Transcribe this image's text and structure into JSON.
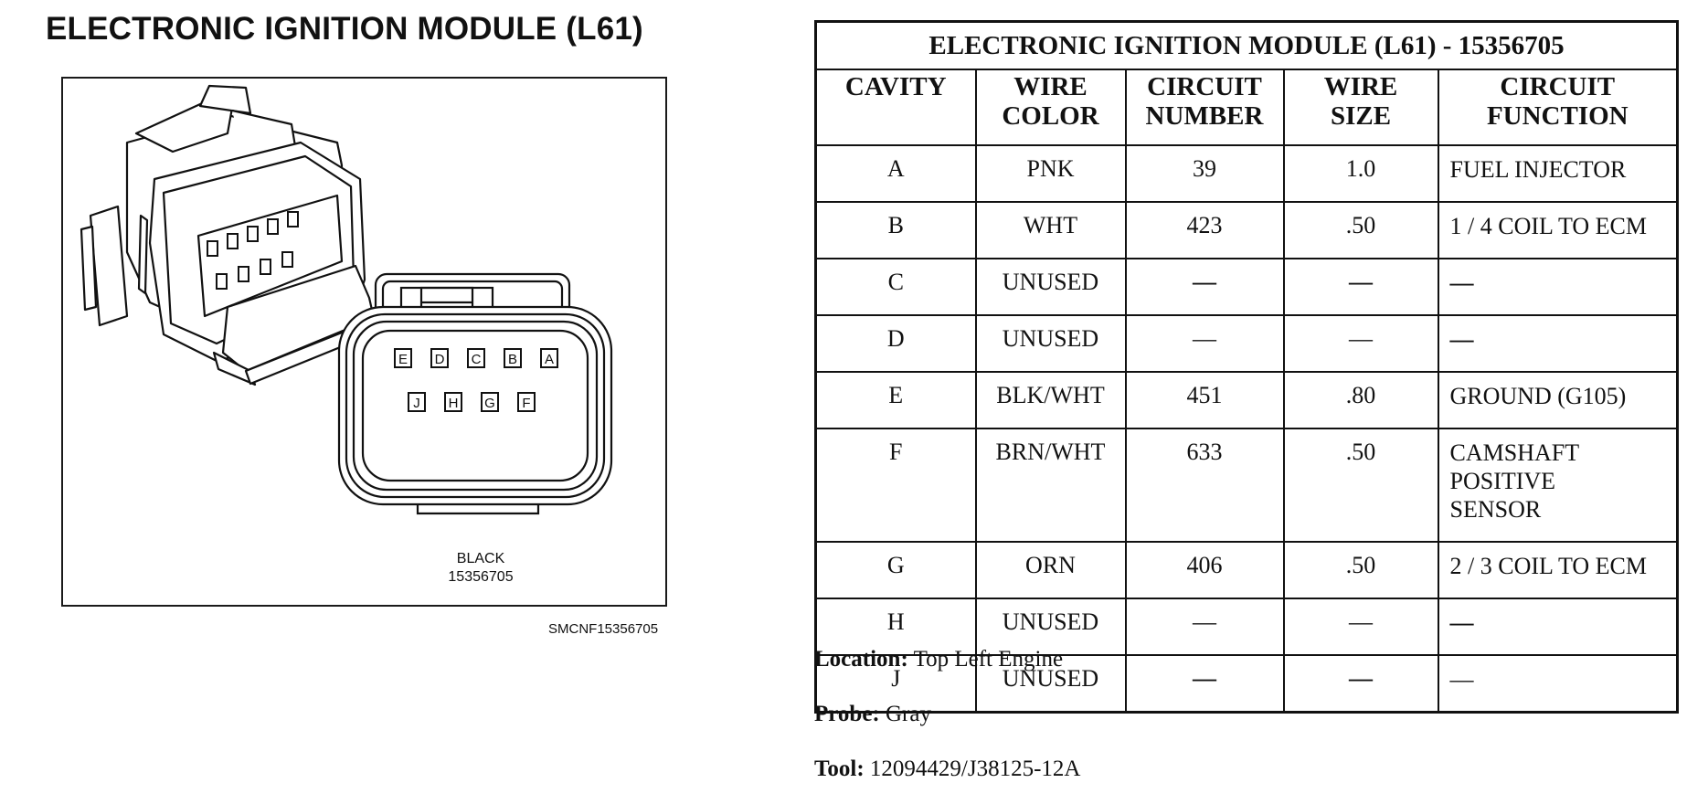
{
  "left_title": "ELECTRONIC IGNITION MODULE (L61)",
  "figure": {
    "connector_color": "BLACK",
    "part_number": "15356705",
    "figure_code": "SMCNF15356705",
    "face_pins_top": [
      "E",
      "D",
      "C",
      "B",
      "A"
    ],
    "face_pins_bottom": [
      "J",
      "H",
      "G",
      "F"
    ],
    "icons": [
      "connector-3d-illustration-icon",
      "connector-face-view-icon"
    ]
  },
  "table": {
    "title": "ELECTRONIC IGNITION MODULE (L61) - 15356705",
    "headers": {
      "cavity": "CAVITY",
      "wire_color_1": "WIRE",
      "wire_color_2": "COLOR",
      "circuit_number_1": "CIRCUIT",
      "circuit_number_2": "NUMBER",
      "wire_size_1": "WIRE",
      "wire_size_2": "SIZE",
      "circuit_function_1": "CIRCUIT",
      "circuit_function_2": "FUNCTION"
    },
    "rows": [
      {
        "cavity": "A",
        "wire_color": "PNK",
        "circuit_number": "39",
        "wire_size": "1.0",
        "function_1": "FUEL INJECTOR",
        "function_2": "",
        "function_3": ""
      },
      {
        "cavity": "B",
        "wire_color": "WHT",
        "circuit_number": "423",
        "wire_size": ".50",
        "function_1": "1 / 4 COIL TO ECM",
        "function_2": "",
        "function_3": ""
      },
      {
        "cavity": "C",
        "wire_color": "UNUSED",
        "circuit_number": "—",
        "wire_size": "—",
        "function_1": "—",
        "function_2": "",
        "function_3": ""
      },
      {
        "cavity": "D",
        "wire_color": "UNUSED",
        "circuit_number": "—",
        "wire_size": "—",
        "function_1": "—",
        "function_2": "",
        "function_3": ""
      },
      {
        "cavity": "E",
        "wire_color": "BLK/WHT",
        "circuit_number": "451",
        "wire_size": ".80",
        "function_1": "GROUND (G105)",
        "function_2": "",
        "function_3": ""
      },
      {
        "cavity": "F",
        "wire_color": "BRN/WHT",
        "circuit_number": "633",
        "wire_size": ".50",
        "function_1": "CAMSHAFT",
        "function_2": "POSITIVE",
        "function_3": "SENSOR"
      },
      {
        "cavity": "G",
        "wire_color": "ORN",
        "circuit_number": "406",
        "wire_size": ".50",
        "function_1": "2 / 3 COIL TO ECM",
        "function_2": "",
        "function_3": ""
      },
      {
        "cavity": "H",
        "wire_color": "UNUSED",
        "circuit_number": "—",
        "wire_size": "—",
        "function_1": "—",
        "function_2": "",
        "function_3": ""
      },
      {
        "cavity": "J",
        "wire_color": "UNUSED",
        "circuit_number": "—",
        "wire_size": "—",
        "function_1": "—",
        "function_2": "",
        "function_3": ""
      }
    ]
  },
  "notes": {
    "location_label": "Location:",
    "location_value": "Top Left Engine",
    "probe_label": "Probe:",
    "probe_value": "Gray",
    "tool_label": "Tool:",
    "tool_value": "12094429/J38125-12A"
  }
}
